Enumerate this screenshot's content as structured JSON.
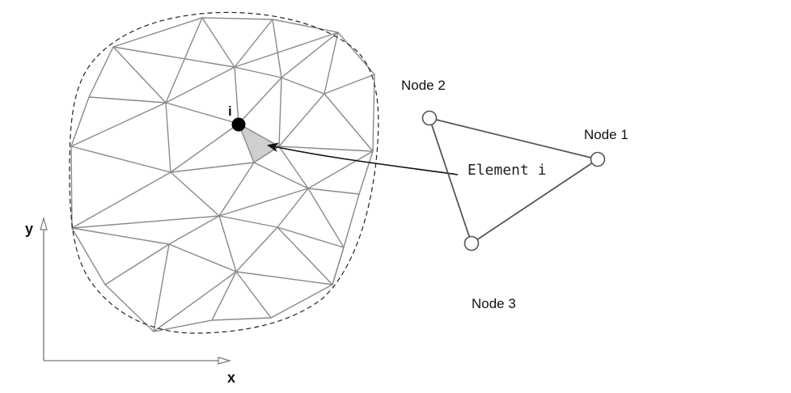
{
  "diagram": {
    "axis_labels": {
      "x": "x",
      "y": "y"
    },
    "node_i_label": "i",
    "element_label": "Element i",
    "nodes": {
      "node1": "Node 1",
      "node2": "Node 2",
      "node3": "Node 3"
    },
    "colors": {
      "mesh": "#8a8a8a",
      "boundary": "#222222",
      "highlight": "#cfcfcf",
      "node": "#000000"
    }
  }
}
